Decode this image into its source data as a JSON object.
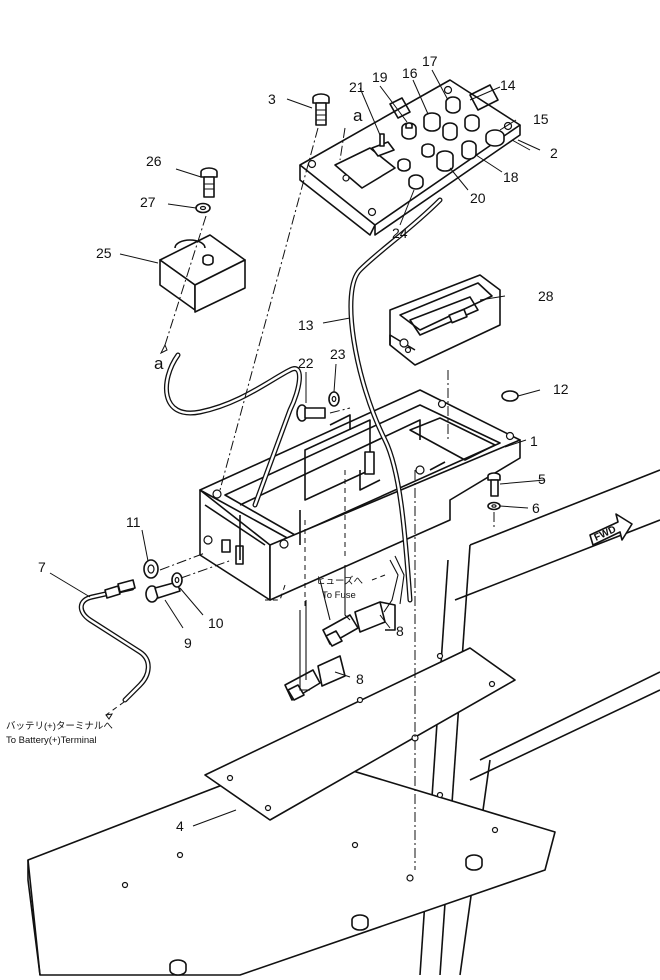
{
  "callouts": {
    "n1": "1",
    "n2": "2",
    "n3": "3",
    "n4": "4",
    "n5": "5",
    "n6": "6",
    "n7": "7",
    "n8a": "8",
    "n8b": "8",
    "n9": "9",
    "n10": "10",
    "n11": "11",
    "n12": "12",
    "n13": "13",
    "n14": "14",
    "n15": "15",
    "n16": "16",
    "n17": "17",
    "n18": "18",
    "n19": "19",
    "n20": "20",
    "n21": "21",
    "n22": "22",
    "n23": "23",
    "n24": "24",
    "n25": "25",
    "n26": "26",
    "n27": "27",
    "n28": "28",
    "ref_a_top": "a",
    "ref_a_bottom": "a"
  },
  "notes": {
    "fuse_jp": "ヒューズへ",
    "fuse_en": "To Fuse",
    "battery_jp": "バッテリ(+)ターミナルへ",
    "battery_en": "To Battery(+)Terminal",
    "fwd": "FWD"
  }
}
